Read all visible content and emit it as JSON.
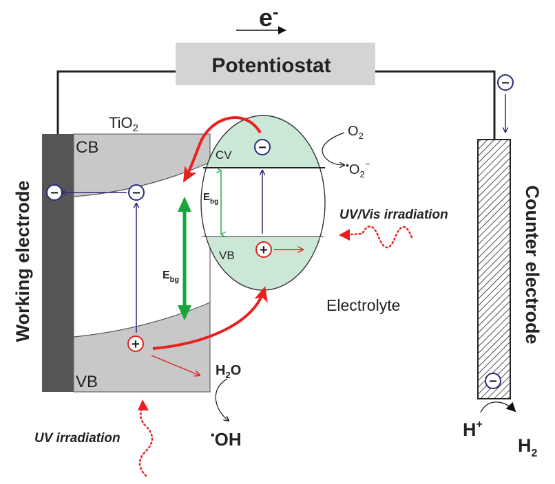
{
  "electron_flow_label": "e",
  "electron_flow_superscript": "-",
  "potentiostat_label": "Potentiostat",
  "tio2_label_main": "TiO",
  "tio2_label_sub": "2",
  "working_electrode_label": "Working electrode",
  "counter_electrode_label": "Counter electrode",
  "tio2_cb_label": "CB",
  "tio2_vb_label": "VB",
  "tio2_ebg_main": "E",
  "tio2_ebg_sub": "bg",
  "sensitizer_cb_label": "CV",
  "sensitizer_vb_label": "VB",
  "sensitizer_ebg_main": "E",
  "sensitizer_ebg_sub": "bg",
  "o2_main": "O",
  "o2_sub": "2",
  "superoxide_dot": "•",
  "superoxide_main": "O",
  "superoxide_sub": "2",
  "superoxide_sup": "−",
  "uv_vis_label": "UV/Vis irradiation",
  "uv_label": "UV irradiation",
  "electrolyte_label": "Electrolyte",
  "h2o_main": "H",
  "h2o_sub": "2",
  "h2o_tail": "O",
  "oh_dot": "•",
  "oh_main": "OH",
  "hplus_main": "H",
  "hplus_sup": "+",
  "h2_main": "H",
  "h2_sub": "2",
  "electron_symbol": "−",
  "hole_symbol": "+",
  "colors": {
    "electron": "#2a2a7a",
    "hole": "#e02020",
    "transfer_arrow": "#e82020",
    "bandgap_arrow": "#17a53a",
    "band_fill": "#cbe8d6",
    "electrode_dark": "#555555",
    "semiconductor_gray": "#c8c8c8",
    "potentiostat_box": "#d4d4d4"
  }
}
